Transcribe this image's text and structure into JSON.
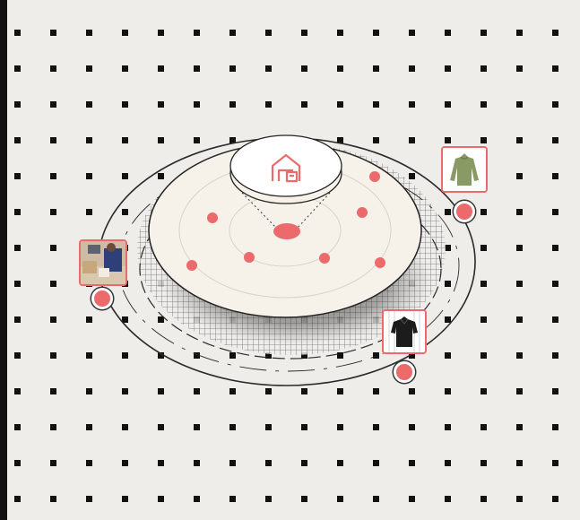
{
  "diagram": {
    "center_icon": "warehouse-icon",
    "cards": [
      {
        "name": "card-workers",
        "image": "warehouse-workers-photo"
      },
      {
        "name": "card-sweater",
        "image": "green-sweater-photo"
      },
      {
        "name": "card-shirt",
        "image": "black-shirt-photo"
      }
    ]
  },
  "colors": {
    "background": "#efedea",
    "accent": "#ec6a6c",
    "platform": "#f6f2ea",
    "ink": "#222222"
  }
}
